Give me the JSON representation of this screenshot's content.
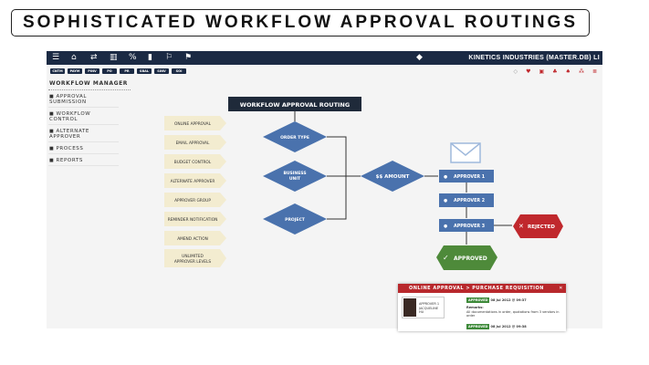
{
  "slide_title": "SOPHISTICATED WORKFLOW APPROVAL ROUTINGS",
  "navbar": {
    "icons": [
      "menu-icon",
      "home-icon",
      "transfer-icon",
      "map-icon",
      "link-icon",
      "bookmark-icon",
      "flag-outline-icon",
      "flag-icon"
    ],
    "company": "KINETICS INDUSTRIES (MASTER.DB) LI"
  },
  "tags": [
    "CNTM",
    "PAYM",
    "PINV",
    "PO",
    "PR",
    "SBAL",
    "SINV",
    "SOI"
  ],
  "sidebar": {
    "header": "WORKFLOW MANAGER",
    "items": [
      "APPROVAL SUBMISSION",
      "WORKFLOW CONTROL",
      "ALTERNATE APPROVER",
      "PROCESS",
      "REPORTS"
    ]
  },
  "diagram": {
    "title": "WORKFLOW APPROVAL ROUTING",
    "options": [
      "ONLINE APPROVAL",
      "EMAIL APPROVAL",
      "BUDGET CONTROL",
      "ALTERNATE APPROVER",
      "APPROVER GROUP",
      "REMINDER NOTIFICATION",
      "AMEND ACTION",
      "UNLIMITED",
      "APPROVER LEVELS"
    ],
    "decisions": [
      "ORDER TYPE",
      "BUSINESS",
      "UNIT",
      "PROJECT"
    ],
    "amount": "$$ AMOUNT",
    "approvers": [
      "APPROVER 1",
      "APPROVER 2",
      "APPROVER 3"
    ],
    "rejected": "REJECTED",
    "approved": "APPROVED",
    "colors": {
      "decision": "#4a72ad",
      "option": "#f3ecd0",
      "rejected": "#c0282d",
      "approved": "#4e8a3a"
    }
  },
  "card": {
    "title": "ONLINE APPROVAL  >  PURCHASE REQUISITION",
    "approver_label": "APPROVER 1",
    "approver_name": "JACQUELINE HU",
    "status": "APPROVED",
    "date": "08 Jul 2012 @ 09:37",
    "remarks_label": "Remarks:",
    "remarks": "All documentations in order, quotations from 3 vendors in order",
    "date2": "08 Jul 2012 @ 09:38"
  }
}
